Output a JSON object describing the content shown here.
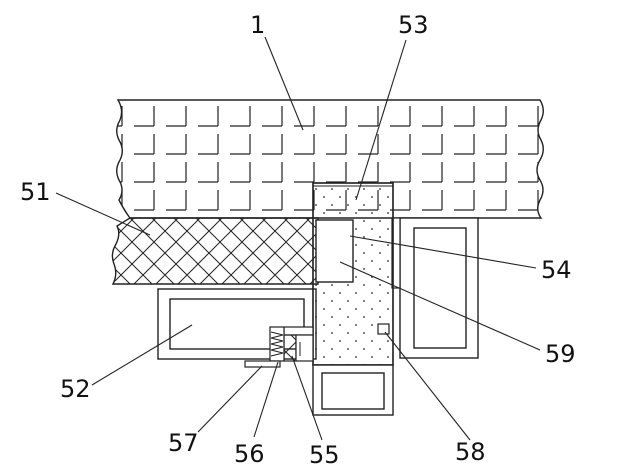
{
  "diagram": {
    "labels": {
      "l1": "1",
      "l53": "53",
      "l51": "51",
      "l54": "54",
      "l59": "59",
      "l52": "52",
      "l57": "57",
      "l56": "56",
      "l55": "55",
      "l58": "58"
    },
    "colors": {
      "line": "#222222",
      "fill": "#ffffff"
    }
  }
}
